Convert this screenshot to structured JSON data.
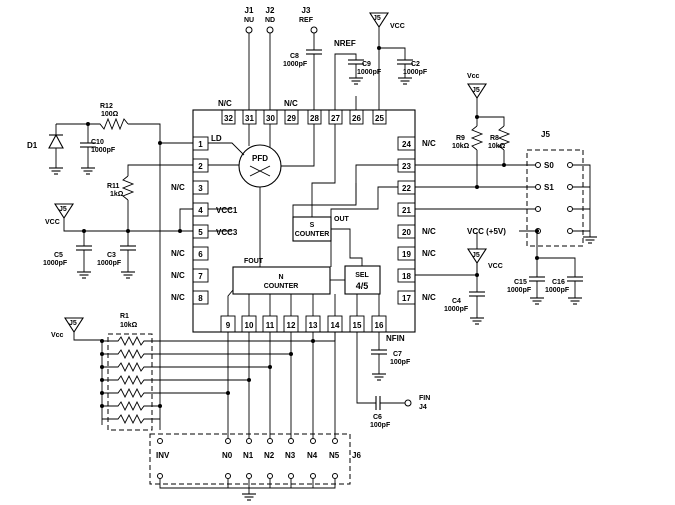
{
  "pins": {
    "p1": "1",
    "p2": "2",
    "p3": "3",
    "p4": "4",
    "p5": "5",
    "p6": "6",
    "p7": "7",
    "p8": "8",
    "p9": "9",
    "p10": "10",
    "p11": "11",
    "p12": "12",
    "p13": "13",
    "p14": "14",
    "p15": "15",
    "p16": "16",
    "p17": "17",
    "p18": "18",
    "p19": "19",
    "p20": "20",
    "p21": "21",
    "p22": "22",
    "p23": "23",
    "p24": "24",
    "p25": "25",
    "p26": "26",
    "p27": "27",
    "p28": "28",
    "p29": "29",
    "p30": "30",
    "p31": "31",
    "p32": "32"
  },
  "pin_labels": {
    "ld": "LD",
    "vcc1": "VCC1",
    "vcc3": "VCC3",
    "fout": "FOUT",
    "out": "OUT",
    "nfin": "NFIN",
    "nref": "NREF",
    "nc": "N/C"
  },
  "blocks": {
    "pfd": "PFD",
    "s_counter_1": "S",
    "s_counter_2": "COUNTER",
    "n_counter_1": "N",
    "n_counter_2": "COUNTER",
    "sel_1": "SEL",
    "sel_2": "4/5"
  },
  "connectors": {
    "j1": "J1",
    "j1_sig": "NU",
    "j2": "J2",
    "j2_sig": "ND",
    "j3": "J3",
    "j3_sig": "REF",
    "j4_sig": "FIN",
    "j4": "J4",
    "j5": "J5",
    "j6": "J6",
    "j5_s0": "S0",
    "j5_s1": "S1",
    "j5_vcc": "VCC (+5V)",
    "j6_inv": "INV",
    "j6_n0": "N0",
    "j6_n1": "N1",
    "j6_n2": "N2",
    "j6_n3": "N3",
    "j6_n4": "N4",
    "j6_n5": "N5"
  },
  "supply": {
    "vcc": "VCC",
    "vcc_mixed": "Vcc"
  },
  "components": {
    "d1": "D1",
    "r12": "R12",
    "r12_val": "100Ω",
    "r11": "R11",
    "r11_val": "1kΩ",
    "r9": "R9",
    "r9_val": "10kΩ",
    "r8": "R8",
    "r8_val": "10kΩ",
    "r1": "R1",
    "r1_val": "10kΩ",
    "c10": "C10",
    "c10_val": "1000pF",
    "c8": "C8",
    "c8_val": "1000pF",
    "c9": "C9",
    "c9_val": "1000pF",
    "c2": "C2",
    "c2_val": "1000pF",
    "c5": "C5",
    "c5_val": "1000pF",
    "c3": "C3",
    "c3_val": "1000pF",
    "c4": "C4",
    "c4_val": "1000pF",
    "c15": "C15",
    "c15_val": "1000pF",
    "c16": "C16",
    "c16_val": "1000pF",
    "c7": "C7",
    "c7_val": "100pF",
    "c6": "C6",
    "c6_val": "100pF"
  }
}
